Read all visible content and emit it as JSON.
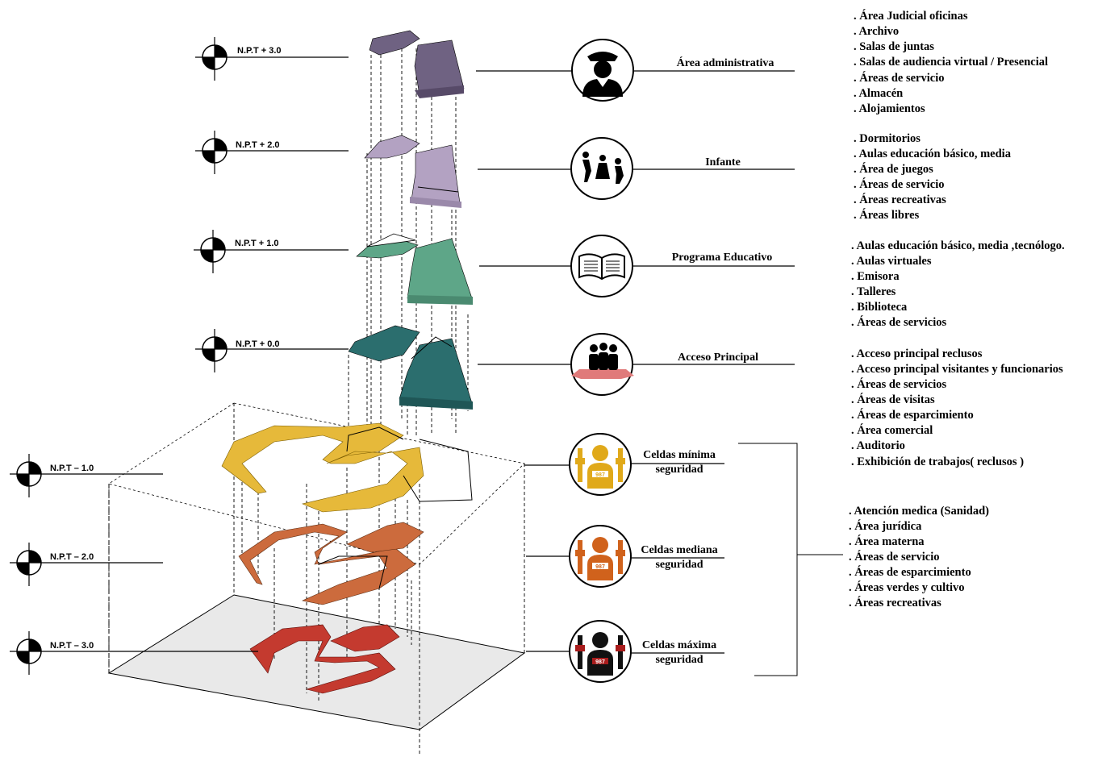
{
  "levels": [
    {
      "label": "N.P.T + 3.0"
    },
    {
      "label": "N.P.T + 2.0"
    },
    {
      "label": "N.P.T + 1.0"
    },
    {
      "label": "N.P.T + 0.0"
    },
    {
      "label": "N.P.T – 1.0"
    },
    {
      "label": "N.P.T – 2.0"
    },
    {
      "label": "N.P.T – 3.0"
    }
  ],
  "zones": [
    {
      "title": "Área administrativa",
      "icon": "police-officer-icon"
    },
    {
      "title": "Infante",
      "icon": "children-playing-icon"
    },
    {
      "title": "Programa Educativo",
      "icon": "open-book-icon"
    },
    {
      "title": "Acceso Principal",
      "icon": "group-of-people-icon"
    },
    {
      "title_line1": "Celdas mínima",
      "title_line2": "seguridad",
      "icon": "inmate-cell-icon",
      "color": "#e0a91a"
    },
    {
      "title_line1": "Celdas mediana",
      "title_line2": "seguridad",
      "icon": "inmate-cell-icon",
      "color": "#d0621c"
    },
    {
      "title_line1": "Celdas máxima",
      "title_line2": "seguridad",
      "icon": "inmate-cell-icon",
      "color": "#a81c1c"
    }
  ],
  "programs": {
    "administrativa": [
      ". Área Judicial oficinas",
      ". Archivo",
      ". Salas de juntas",
      ". Salas de audiencia virtual / Presencial",
      ". Áreas de servicio",
      ". Almacén",
      ". Alojamientos"
    ],
    "infante": [
      ". Dormitorios",
      ". Aulas educación básico, media",
      ". Área de juegos",
      ". Áreas de servicio",
      ". Áreas recreativas",
      ". Áreas libres"
    ],
    "educativo": [
      ". Aulas educación básico, media ,tecnólogo.",
      ". Aulas virtuales",
      ". Emisora",
      ". Talleres",
      ". Biblioteca",
      ". Áreas de servicios"
    ],
    "acceso": [
      ". Acceso principal reclusos",
      ". Acceso principal visitantes y funcionarios",
      ". Áreas de servicios",
      ". Áreas de visitas",
      ". Áreas de esparcimiento",
      ". Área comercial",
      ". Auditorio",
      ". Exhibición de trabajos( reclusos )"
    ],
    "celdas": [
      ". Atención medica (Sanidad)",
      ". Área jurídica",
      ". Área materna",
      ". Áreas de servicio",
      ". Áreas de esparcimiento",
      ". Áreas verdes y cultivo",
      ". Áreas recreativas"
    ]
  },
  "cell_badge": "987",
  "colors": {
    "administrativa": "#6f6282",
    "infante": "#b3a2c2",
    "educativo": "#5ea688",
    "acceso": "#2b6e6e",
    "minima": "#e6b93a",
    "mediana": "#cc6b3d",
    "maxima": "#c43a2f",
    "ground": "#e8e8e8"
  }
}
